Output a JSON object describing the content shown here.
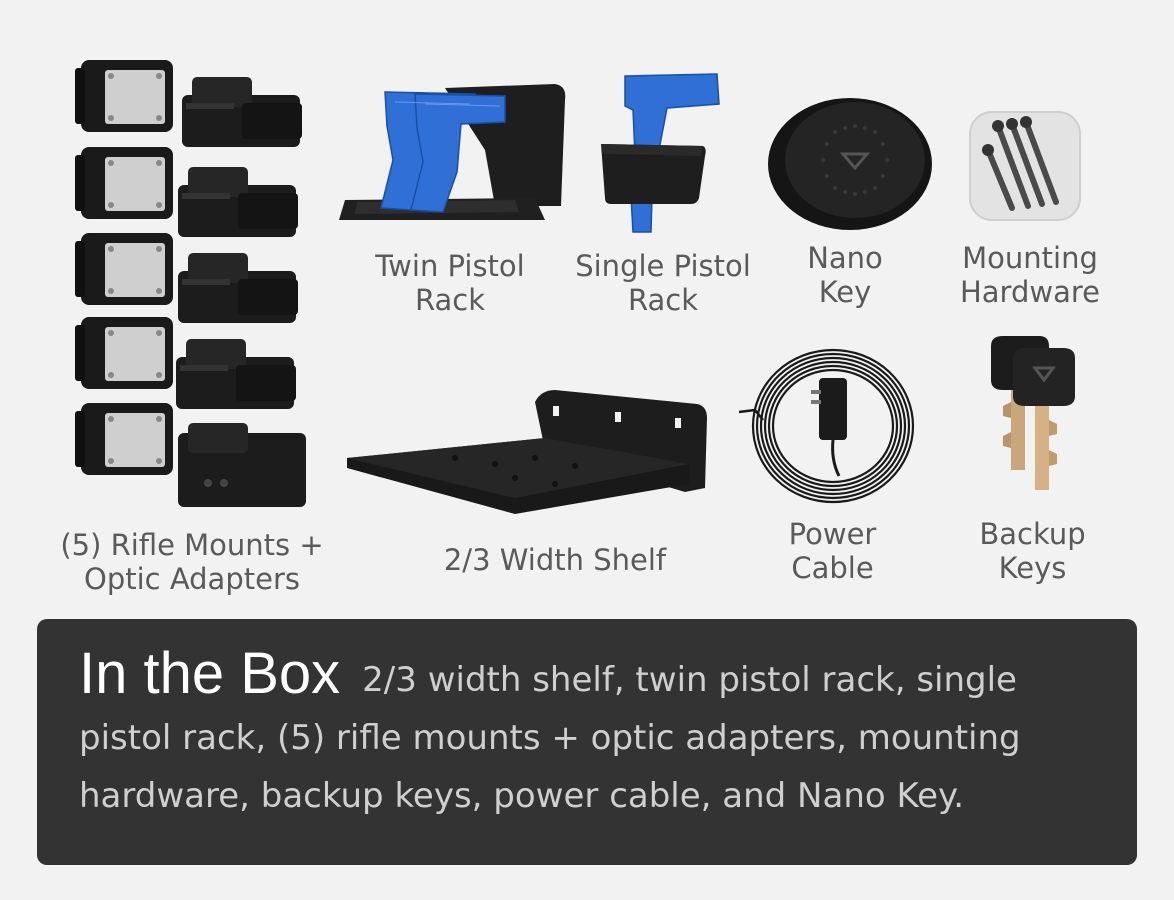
{
  "items": {
    "rifle_mounts": {
      "line1": "(5) Rifle Mounts +",
      "line2": "Optic Adapters",
      "icon": "rifle-mount-icon"
    },
    "twin_pistol_rack": {
      "line1": "Twin Pistol",
      "line2": "Rack",
      "icon": "twin-pistol-rack-icon"
    },
    "single_pistol_rack": {
      "line1": "Single Pistol",
      "line2": "Rack",
      "icon": "single-pistol-rack-icon"
    },
    "nano_key": {
      "line1": "Nano",
      "line2": "Key",
      "icon": "nano-key-icon"
    },
    "mounting_hardware": {
      "line1": "Mounting",
      "line2": "Hardware",
      "icon": "screws-icon"
    },
    "shelf": {
      "line1": "2/3 Width Shelf",
      "icon": "shelf-icon"
    },
    "power_cable": {
      "line1": "Power",
      "line2": "Cable",
      "icon": "power-cable-icon"
    },
    "backup_keys": {
      "line1": "Backup",
      "line2": "Keys",
      "icon": "keys-icon"
    }
  },
  "summary": {
    "title": "In the Box",
    "text": "2/3 width shelf, twin pistol rack, single pistol rack, (5) rifle mounts + optic adapters, mounting hardware, backup keys, power cable, and Nano Key."
  },
  "colors": {
    "background": "#f2f2f2",
    "panel": "#333333",
    "product_black": "#1c1c1c",
    "pistol_blue": "#2f6fd6",
    "key_brass": "#c9a77a"
  }
}
